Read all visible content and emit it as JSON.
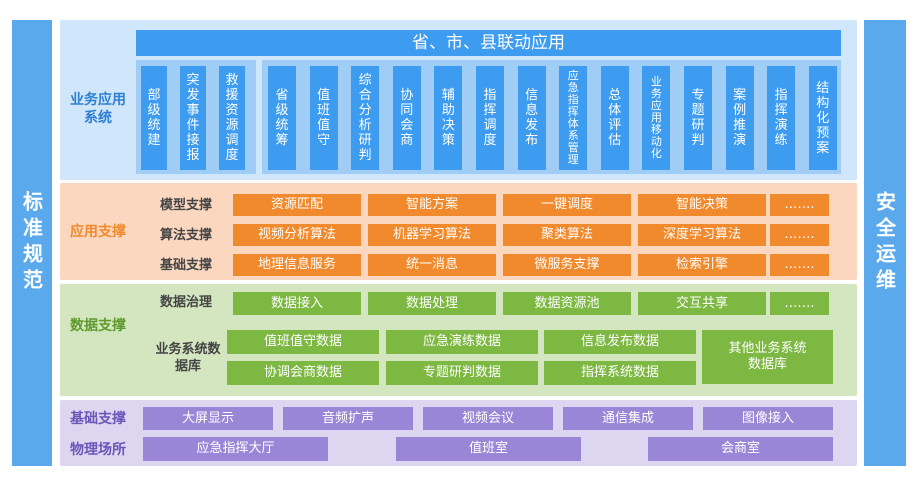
{
  "left_sidebar": "标准规范",
  "right_sidebar": "安全运维",
  "business": {
    "label": "业务应用系统",
    "header": "省、市、县联动应用",
    "group1": [
      "部级统建",
      "突发事件接报",
      "救援资源调度"
    ],
    "group2": [
      "省级统筹",
      "值班值守",
      "综合分析研判",
      "协同会商",
      "辅助决策",
      "指挥调度",
      "信息发布",
      "应急指挥体系管理",
      "总体评估",
      "业务应用移动化",
      "专题研判",
      "案例推演",
      "指挥演练",
      "结构化预案"
    ]
  },
  "support": {
    "label": "应用支撑",
    "rows": [
      {
        "label": "模型支撑",
        "items": [
          "资源匹配",
          "智能方案",
          "一键调度",
          "智能决策",
          "……."
        ]
      },
      {
        "label": "算法支撑",
        "items": [
          "视频分析算法",
          "机器学习算法",
          "聚类算法",
          "深度学习算法",
          "……."
        ]
      },
      {
        "label": "基础支撑",
        "items": [
          "地理信息服务",
          "统一消息",
          "微服务支撑",
          "检索引擎",
          "……."
        ]
      }
    ]
  },
  "data": {
    "label": "数据支撑",
    "governance": {
      "label": "数据治理",
      "items": [
        "数据接入",
        "数据处理",
        "数据资源池",
        "交互共享",
        "……."
      ]
    },
    "database": {
      "label": "业务系统数据库",
      "row1": [
        "值班值守数据",
        "应急演练数据",
        "信息发布数据"
      ],
      "row2": [
        "协调会商数据",
        "专题研判数据",
        "指挥系统数据"
      ],
      "other": "其他业务系统数据库"
    }
  },
  "infra": {
    "label1": "基础支撑",
    "label2": "物理场所",
    "row1": [
      "大屏显示",
      "音频扩声",
      "视频会议",
      "通信集成",
      "图像接入"
    ],
    "row2": [
      "应急指挥大厅",
      "值班室",
      "会商室"
    ]
  },
  "colors": {
    "blue": "#3d9cf0",
    "orange": "#f08a2c",
    "green": "#7db842",
    "purple": "#9a86d6"
  }
}
